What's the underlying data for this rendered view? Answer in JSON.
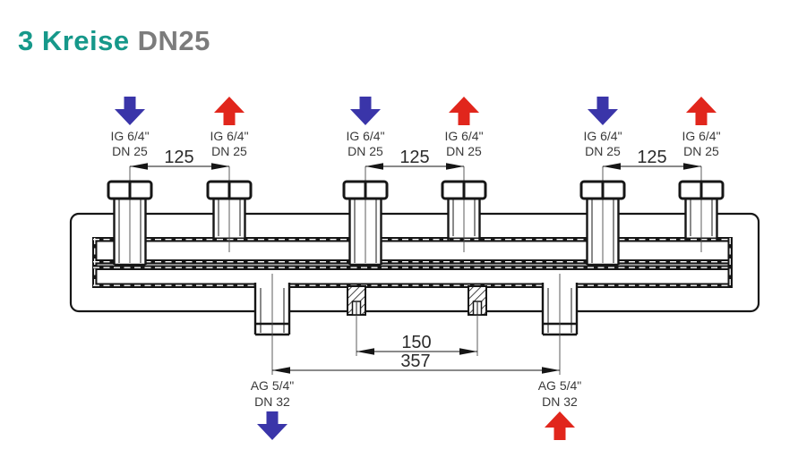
{
  "title": {
    "circuits": "3 Kreise",
    "size": "DN25"
  },
  "colors": {
    "title_teal": "#16988a",
    "title_gray": "#7c7c7c",
    "arrow_blue": "#3a35a9",
    "arrow_red": "#e1261c",
    "line": "#161616",
    "label": "#3a3a3a"
  },
  "top_connections": [
    {
      "flow": "return",
      "arrow": "down",
      "thread": "IG 6/4\"",
      "dn": "DN 25"
    },
    {
      "flow": "supply",
      "arrow": "up",
      "thread": "IG 6/4\"",
      "dn": "DN 25"
    },
    {
      "flow": "return",
      "arrow": "down",
      "thread": "IG 6/4\"",
      "dn": "DN 25"
    },
    {
      "flow": "supply",
      "arrow": "up",
      "thread": "IG 6/4\"",
      "dn": "DN 25"
    },
    {
      "flow": "return",
      "arrow": "down",
      "thread": "IG 6/4\"",
      "dn": "DN 25"
    },
    {
      "flow": "supply",
      "arrow": "up",
      "thread": "IG 6/4\"",
      "dn": "DN 25"
    }
  ],
  "top_dimensions": [
    {
      "value": "125"
    },
    {
      "value": "125"
    },
    {
      "value": "125"
    }
  ],
  "bottom_connections": [
    {
      "flow": "return",
      "arrow": "down",
      "thread": "AG 5/4\"",
      "dn": "DN 32"
    },
    {
      "flow": "supply",
      "arrow": "up",
      "thread": "AG 5/4\"",
      "dn": "DN 32"
    }
  ],
  "bottom_dimensions": {
    "inner": "150",
    "outer": "357"
  }
}
